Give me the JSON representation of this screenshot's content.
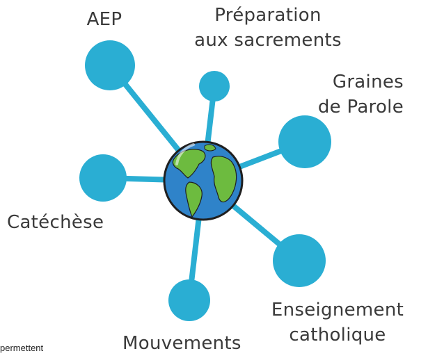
{
  "colors": {
    "node": "#2aaed3",
    "spoke": "#2aaed3",
    "ocean": "#2f83c9",
    "land": "#6dbb3f",
    "outline": "#1f1f1f",
    "text": "#3a3a3a"
  },
  "center": {
    "icon": "globe-icon"
  },
  "nodes": [
    {
      "id": "aep",
      "label_lines": [
        "AEP"
      ]
    },
    {
      "id": "preparation-sacrements",
      "label_lines": [
        "Préparation",
        "aux sacrements"
      ]
    },
    {
      "id": "graines-de-parole",
      "label_lines": [
        "Graines",
        "de Parole"
      ]
    },
    {
      "id": "catechese",
      "label_lines": [
        "Catéchèse"
      ]
    },
    {
      "id": "enseignement-catholique",
      "label_lines": [
        "Enseignement",
        "catholique"
      ]
    },
    {
      "id": "mouvements",
      "label_lines": [
        "Mouvements"
      ]
    }
  ],
  "footnote": "permettent"
}
